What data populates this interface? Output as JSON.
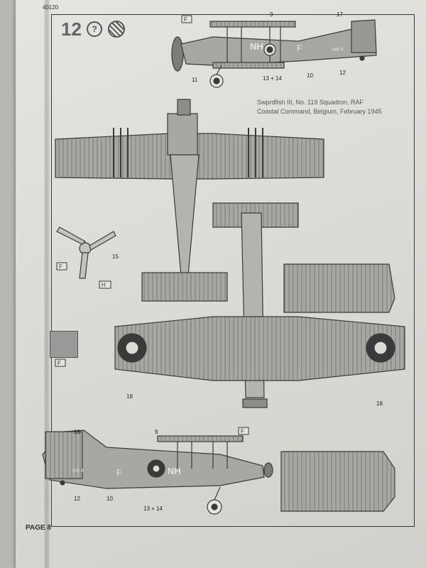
{
  "document": {
    "id": "40120",
    "page_label": "PAGE 8",
    "step_number": "12",
    "help_icon_glyph": "?",
    "caption_lines": [
      "Swprdfish III, No. 119 Squadron, RAF",
      "Coastal Command, Belgium, February 1945"
    ]
  },
  "paint_codes": {
    "f": "F",
    "h": "H"
  },
  "markings": {
    "top_code": "NH",
    "top_letter": "F",
    "bottom_code": "NH",
    "bottom_letter": "F",
    "serial_top": "NR 4",
    "serial_bottom": "NR 4"
  },
  "callouts": {
    "c9_top": "9",
    "c17": "17",
    "c11": "11",
    "c13_14_top": "13 + 14",
    "c10_top": "10",
    "c12_top": "12",
    "c15": "15",
    "c18_left": "18",
    "c18_right": "18",
    "c16": "16",
    "c9_bottom": "9",
    "c12_bottom": "12",
    "c10_bottom": "10",
    "c13_14_bottom": "13 + 14"
  },
  "colors": {
    "paper": "#e6e4e0",
    "line": "#3a3a3a",
    "fill": "#a9a7a4",
    "roundel": "#3a3a3a"
  }
}
